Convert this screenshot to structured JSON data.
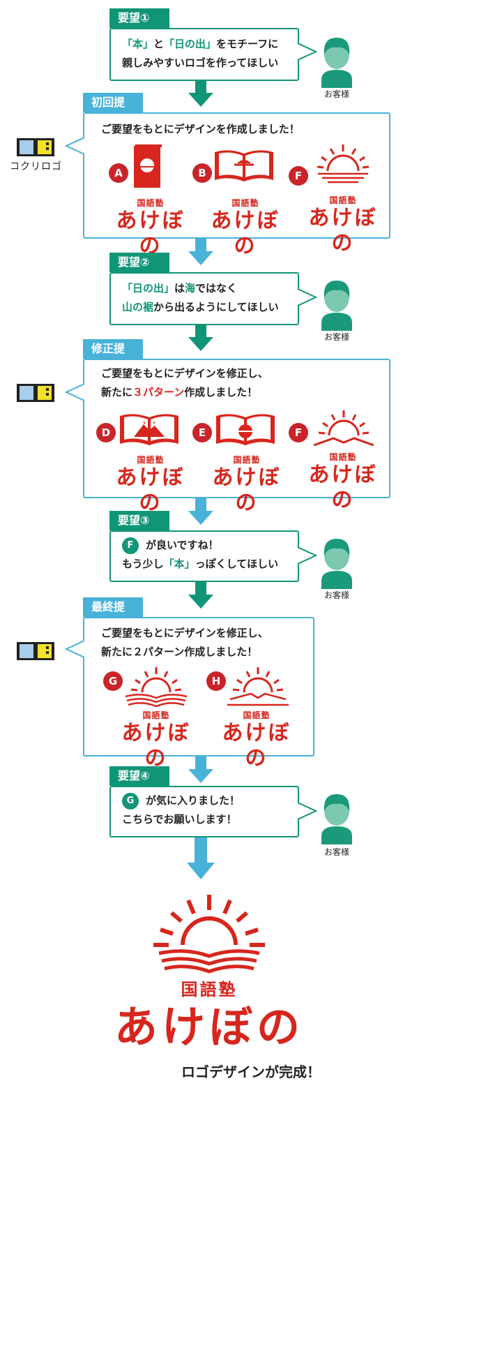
{
  "requests": [
    {
      "tag": "要望①",
      "lines": [
        [
          "「本」",
          "g"
        ],
        [
          "と",
          "n"
        ],
        [
          "「日の出」",
          "g"
        ],
        [
          "をモチーフに",
          "n"
        ]
      ],
      "line2": [
        [
          "親しみやすいロゴを作ってほしい",
          "n"
        ]
      ]
    },
    {
      "tag": "要望②",
      "lines": [
        [
          "「日の出」",
          "g"
        ],
        [
          "は",
          "n"
        ],
        [
          "海",
          "g"
        ],
        [
          "ではなく",
          "n"
        ]
      ],
      "line2": [
        [
          "山の裾",
          "g"
        ],
        [
          "から出るようにしてほしい",
          "n"
        ]
      ]
    },
    {
      "tag": "要望③",
      "letter": "F",
      "lines": [
        [
          "が良いですね！",
          "n"
        ]
      ],
      "line2": [
        [
          "もう少し",
          "n"
        ],
        [
          "「本」",
          "g"
        ],
        [
          "っぽくしてほしい",
          "n"
        ]
      ]
    },
    {
      "tag": "要望④",
      "letter": "G",
      "lines": [
        [
          "が気に入りました！",
          "n"
        ]
      ],
      "line2": [
        [
          "こちらでお願いします！",
          "n"
        ]
      ]
    }
  ],
  "customer_label": "お客様",
  "company_logo": "コクリロゴ",
  "proposals": [
    {
      "tag": "初回提案",
      "line1": "ご要望をもとにデザインを作成しました！",
      "logos": [
        {
          "letter": "A",
          "icon": "book-closed-sun-icon"
        },
        {
          "letter": "B",
          "icon": "open-book-sea-sun-icon"
        },
        {
          "letter": "F",
          "icon": "sun-horizon-lines-icon"
        }
      ]
    },
    {
      "tag": "修正提案",
      "line1": "ご要望をもとにデザインを修正し、",
      "line2a": "新たに",
      "line2b": "３パターン",
      "line2c": "作成しました！",
      "logos": [
        {
          "letter": "D",
          "icon": "open-book-mountain-icon"
        },
        {
          "letter": "E",
          "icon": "open-book-sun-icon"
        },
        {
          "letter": "F",
          "icon": "sun-mountain-line-icon"
        }
      ]
    },
    {
      "tag": "最終提案",
      "line1": "ご要望をもとにデザインを修正し、",
      "line2": "新たに２パターン作成しました！",
      "logos": [
        {
          "letter": "G",
          "icon": "sun-open-book-icon"
        },
        {
          "letter": "H",
          "icon": "sun-book-pages-icon"
        }
      ]
    }
  ],
  "logo_small": "国語塾",
  "logo_large": "あけぼの",
  "final_small": "国語塾",
  "final_large": "あけぼの",
  "footer": "ロゴデザインが完成！",
  "colors": {
    "green": "#119577",
    "blue": "#48b2d8",
    "red": "#d7261d",
    "customer": "#1a9a7a"
  }
}
